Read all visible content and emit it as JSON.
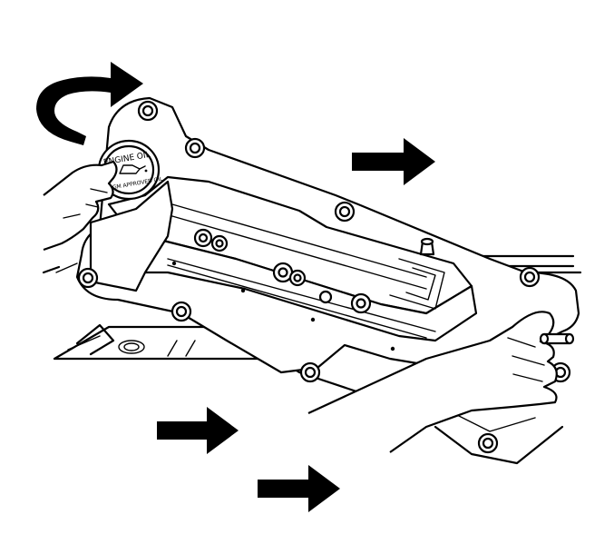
{
  "illustration": {
    "cap_text": "ENGINE OIL",
    "cap_subtext": "USE GM APPROVED OIL",
    "cap_symbol": "oil-can-icon",
    "line_color": "#000000",
    "background": "#ffffff",
    "arrows": [
      {
        "name": "rotate-arrow-icon",
        "kind": "curved"
      },
      {
        "name": "direction-arrow-icon",
        "kind": "straight"
      },
      {
        "name": "direction-arrow-icon",
        "kind": "straight"
      },
      {
        "name": "direction-arrow-icon",
        "kind": "straight"
      }
    ]
  }
}
